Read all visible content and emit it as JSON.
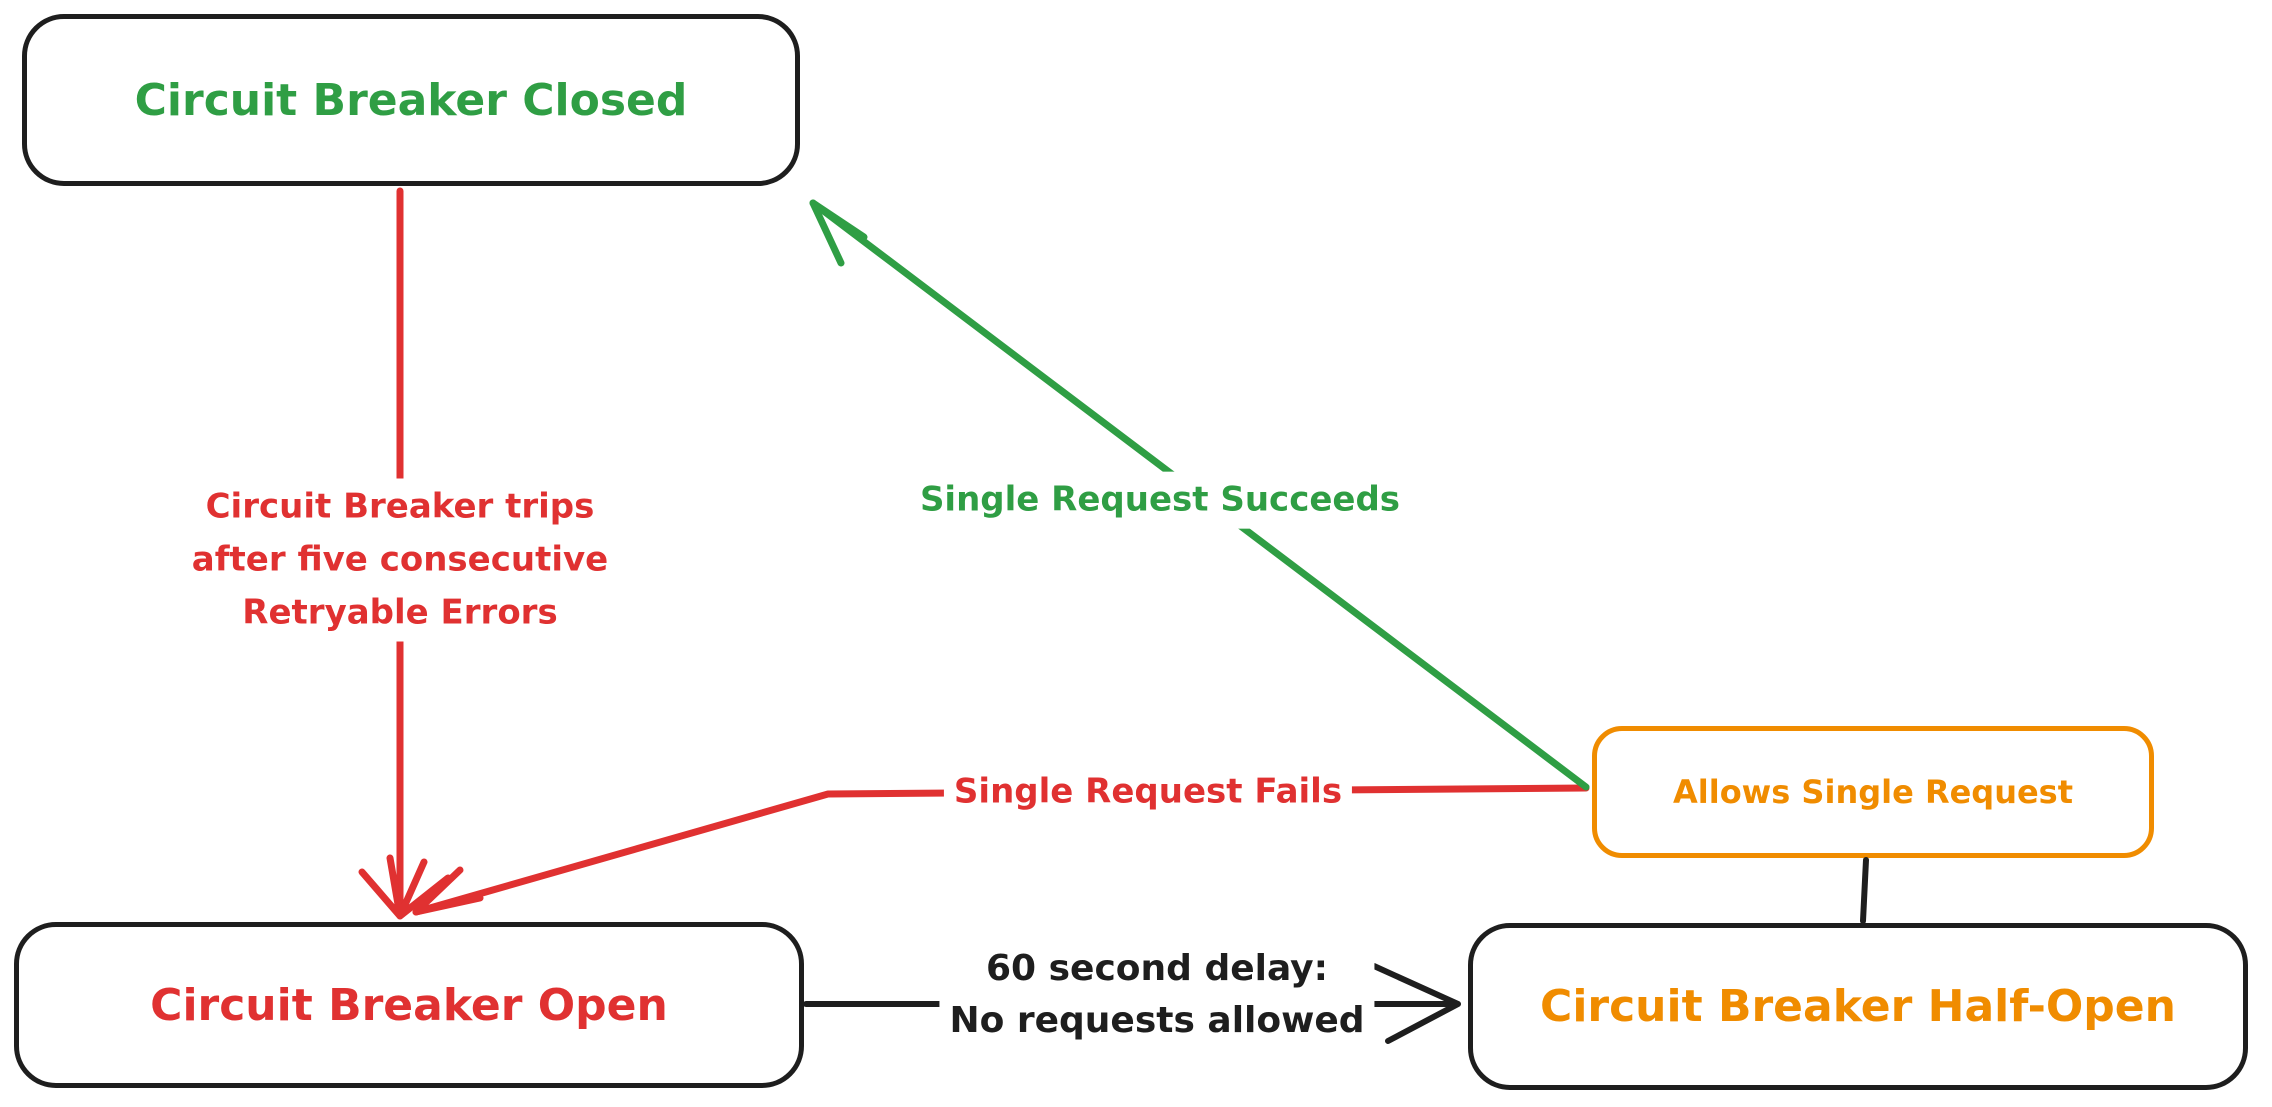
{
  "diagram": {
    "type": "state-diagram",
    "subject": "Circuit Breaker pattern states",
    "background": "#ffffff",
    "colors": {
      "node_border": "#1e1e1e",
      "closed_state": "#2f9e44",
      "open_state": "#e03131",
      "half_open_state": "#f08c00",
      "success_edge": "#2f9e44",
      "failure_edge": "#e03131",
      "neutral_edge": "#1e1e1e"
    },
    "nodes": {
      "closed": {
        "label": "Circuit Breaker Closed"
      },
      "open": {
        "label": "Circuit Breaker Open"
      },
      "half_open": {
        "label": "Circuit Breaker Half-Open"
      },
      "allows_single_request": {
        "label": "Allows Single Request"
      }
    },
    "edges": {
      "trip": {
        "from": "closed",
        "to": "open",
        "label": "Circuit Breaker trips\nafter five consecutive\nRetryable Errors"
      },
      "succeeds": {
        "from": "allows_single_request",
        "to": "closed",
        "label": "Single Request Succeeds"
      },
      "fails": {
        "from": "allows_single_request",
        "to": "open",
        "label": "Single Request Fails"
      },
      "delay": {
        "from": "open",
        "to": "half_open",
        "label": "60 second delay:\nNo requests allowed"
      },
      "probe": {
        "from": "half_open",
        "to": "allows_single_request",
        "label": ""
      }
    }
  }
}
